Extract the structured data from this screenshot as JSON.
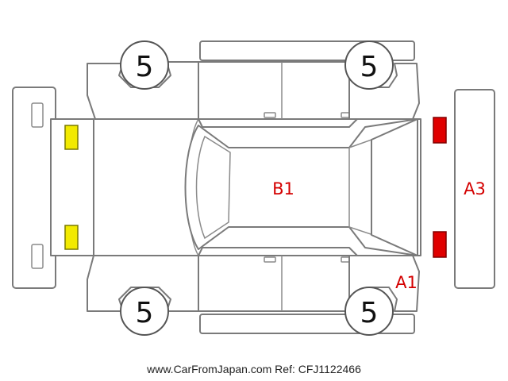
{
  "wheels": {
    "front_left": "5",
    "front_right": "5",
    "rear_left": "5",
    "rear_right": "5"
  },
  "damage_codes": {
    "roof": "B1",
    "rear_bumper": "A3",
    "rear_corner": "A1"
  },
  "colors": {
    "damage": "#d40000",
    "front_lights": "#f2ea00",
    "rear_lights": "#e00000",
    "outline": "#7a7a7a"
  },
  "footer": "www.CarFromJapan.com Ref: CFJ1122466"
}
